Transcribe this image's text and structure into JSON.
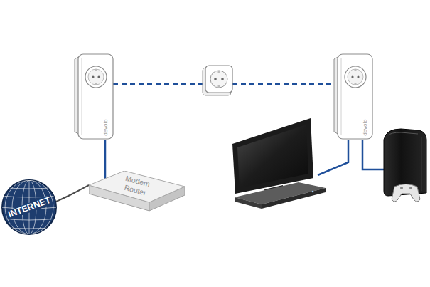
{
  "diagram": {
    "nodes": [
      {
        "text": [
          "INTERNET"
        ]
      },
      {
        "text": [
          "Modem Router"
        ]
      },
      {
        "text": [
          "devolo"
        ]
      },
      {
        "text": [
          "devolo"
        ]
      }
    ],
    "edges": [
      {
        "from": 0,
        "to": 1,
        "arrow": "none"
      },
      {
        "from": 1,
        "to": 2,
        "arrow": "none"
      },
      {
        "from": 2,
        "to": 3,
        "arrow": "none"
      }
    ]
  }
}
